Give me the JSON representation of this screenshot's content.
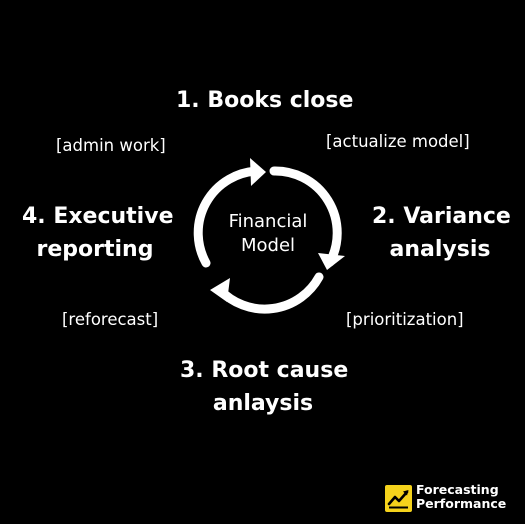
{
  "diagram": {
    "center": {
      "line1": "Financial",
      "line2": "Model"
    },
    "stages": [
      {
        "line1": "1. Books close",
        "line2": ""
      },
      {
        "line1": "2. Variance",
        "line2": "analysis"
      },
      {
        "line1": "3. Root cause",
        "line2": "anlaysis"
      },
      {
        "line1": "4. Executive",
        "line2": "reporting"
      }
    ],
    "notes": [
      "[admin work]",
      "[actualize model]",
      "[prioritization]",
      "[reforecast]"
    ]
  },
  "brand": {
    "line1": "Forecasting",
    "line2": "Performance",
    "icon": "rising-chart-icon",
    "accent_color": "#F5D31C"
  },
  "colors": {
    "background": "#000000",
    "text": "#ffffff"
  }
}
